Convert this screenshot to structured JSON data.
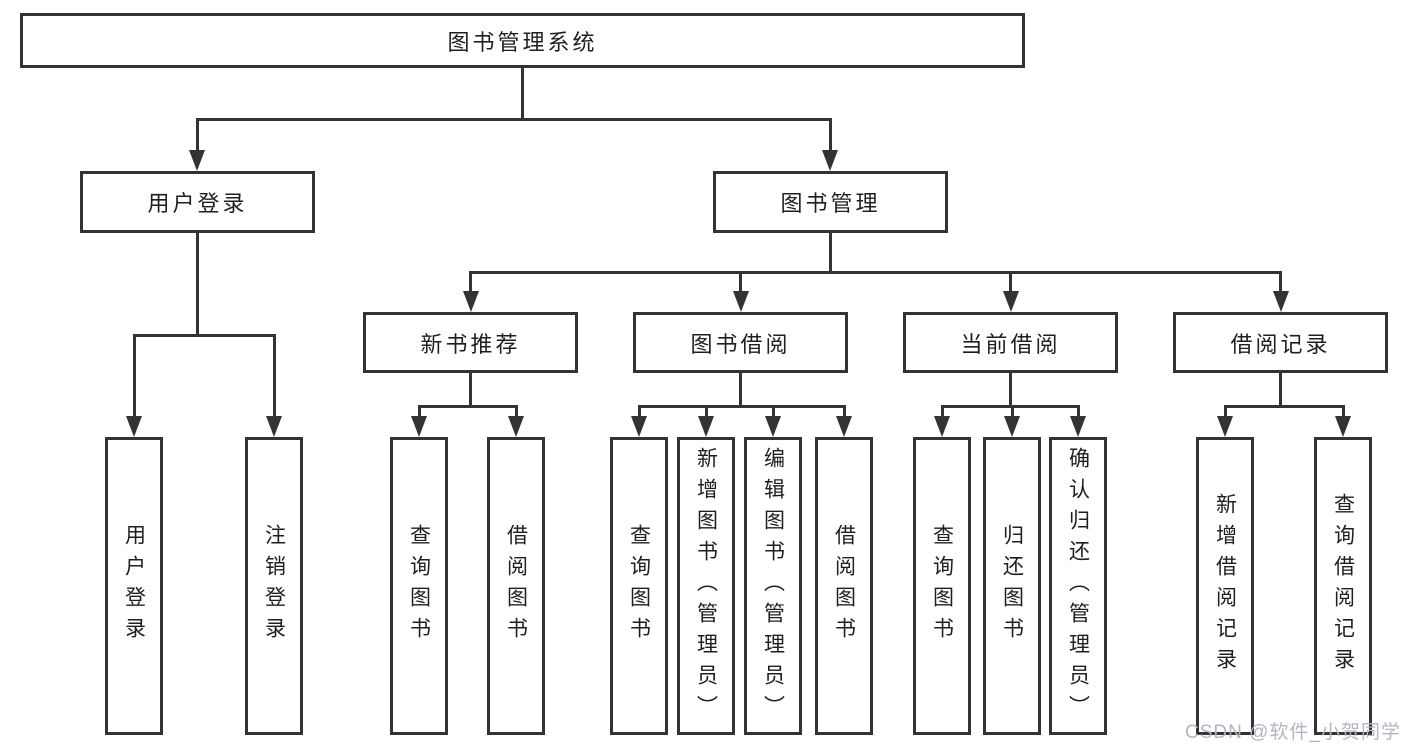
{
  "diagram": {
    "root": "图书管理系统",
    "branches": {
      "user_login": "用户登录",
      "book_management": "图书管理"
    },
    "modules": {
      "new_book_recommend": "新书推荐",
      "book_borrowing": "图书借阅",
      "current_borrowing": "当前借阅",
      "borrowing_records": "借阅记录"
    },
    "leaves": {
      "user_login": "用户登录",
      "logout": "注销登录",
      "recommend_query_books": "查询图书",
      "recommend_borrow_books": "借阅图书",
      "borrowing_query_books": "查询图书",
      "borrowing_add_books": "新增图书（管理员）",
      "borrowing_edit_books": "编辑图书（管理员）",
      "borrowing_borrow_books": "借阅图书",
      "current_query_books": "查询图书",
      "current_return_books": "归还图书",
      "current_confirm_return": "确认归还（管理员）",
      "records_add_record": "新增借阅记录",
      "records_query_record": "查询借阅记录"
    }
  },
  "watermark": "CSDN @软件_小贺同学",
  "colors": {
    "line": "#333333",
    "text": "#1f1f1f",
    "watermark": "#b3b5c2",
    "background": "#ffffff"
  }
}
